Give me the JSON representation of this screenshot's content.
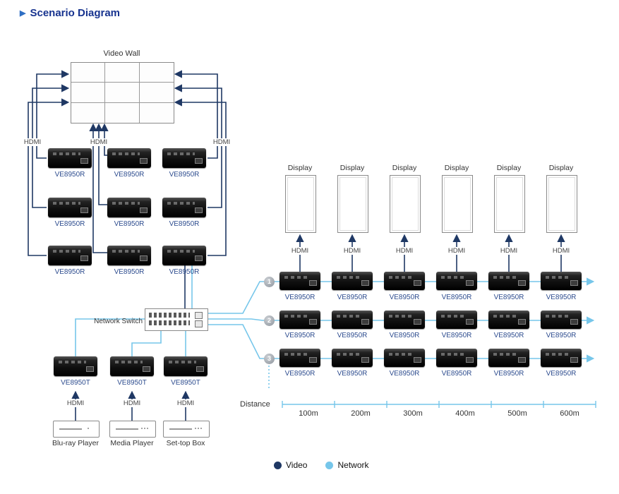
{
  "title": {
    "bullet": "▶",
    "text": "Scenario Diagram"
  },
  "video_wall": {
    "label": "Video Wall"
  },
  "labels": {
    "hdmi": "HDMI",
    "receiver": "VE8950R",
    "transmitter": "VE8950T",
    "display": "Display",
    "network_switch": "Network Switch"
  },
  "row_numbers": [
    "1",
    "2",
    "3"
  ],
  "sources": [
    {
      "label": "Blu-ray Player"
    },
    {
      "label": "Media Player"
    },
    {
      "label": "Set-top Box"
    }
  ],
  "distance": {
    "label": "Distance",
    "ticks": [
      "100m",
      "200m",
      "300m",
      "400m",
      "500m",
      "600m"
    ]
  },
  "legend": {
    "video": "Video",
    "network": "Network"
  },
  "colors": {
    "video_line": "#1f3864",
    "network_line": "#76c6ea",
    "title_text": "#17338f",
    "device_label_text": "#2e4d8f"
  }
}
